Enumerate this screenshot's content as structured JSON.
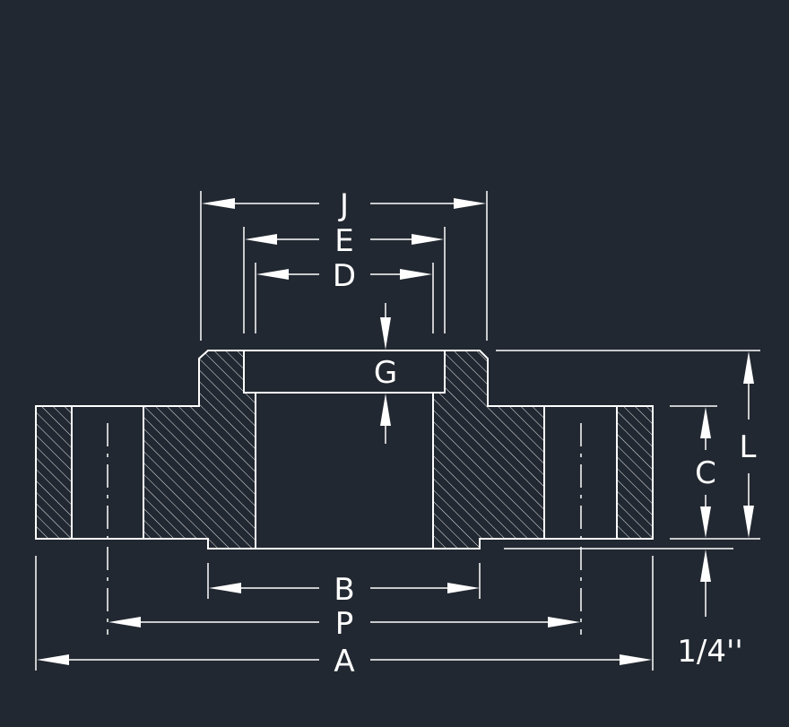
{
  "diagram": {
    "colors": {
      "background": "#222831",
      "line": "#ffffff",
      "hatch": "#ffffff"
    },
    "labels": {
      "J": "J",
      "E": "E",
      "D": "D",
      "G": "G",
      "L": "L",
      "C": "C",
      "B": "B",
      "P": "P",
      "A": "A",
      "raised_face": "1/4''"
    }
  }
}
